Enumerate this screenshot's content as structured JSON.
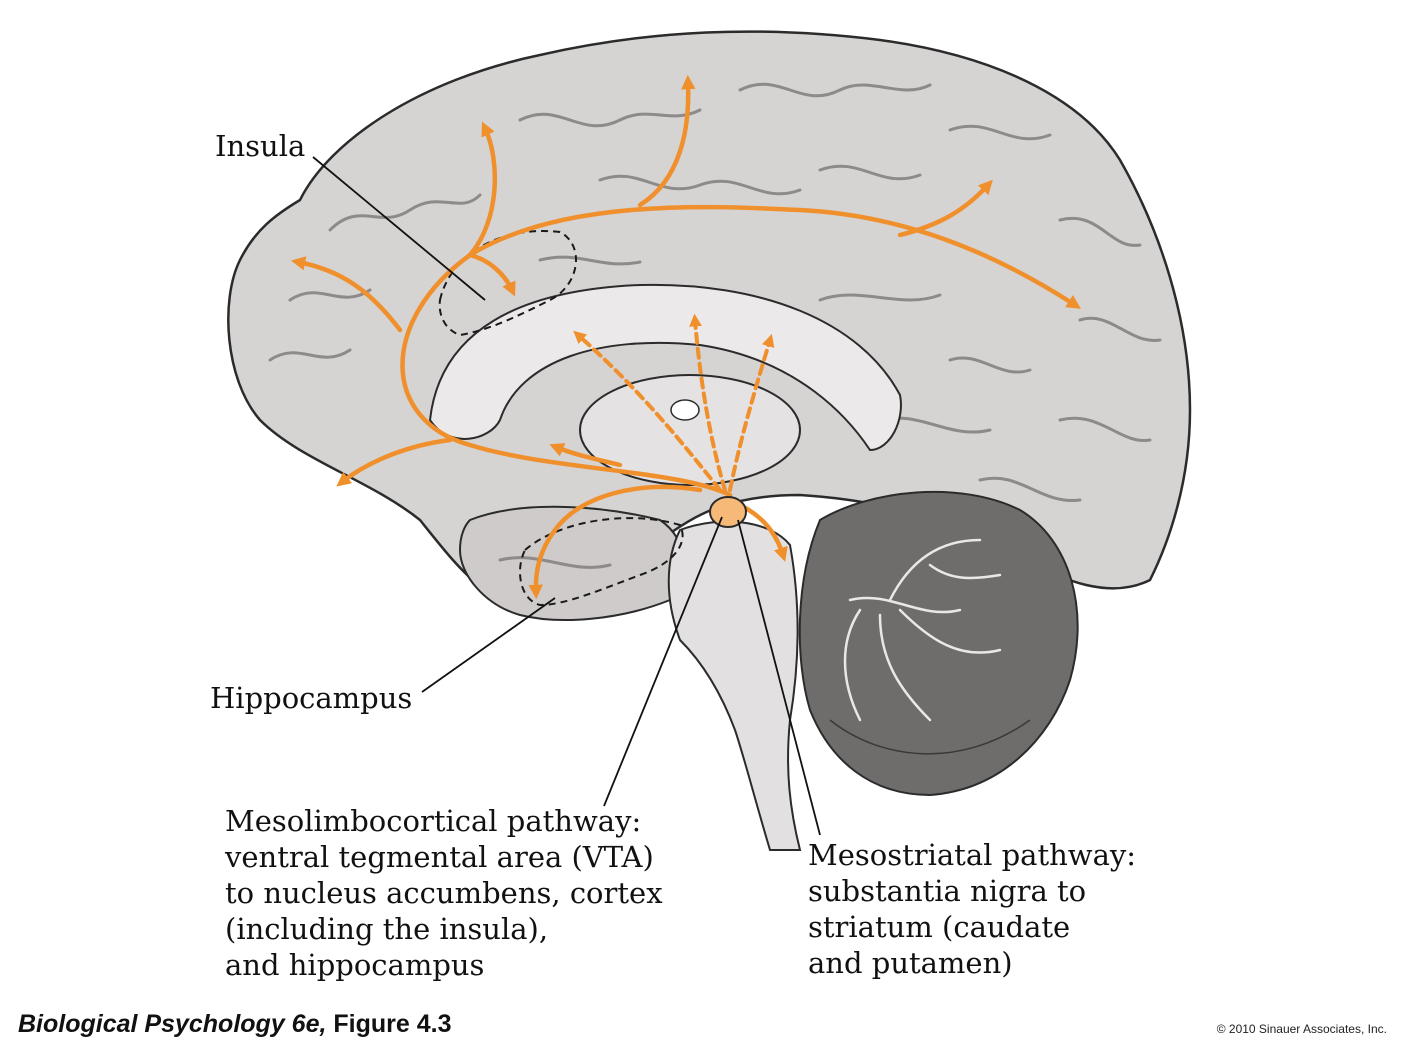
{
  "labels": {
    "insula": "Insula",
    "hippocampus": "Hippocampus",
    "mesolimbocortical": [
      "Mesolimbocortical pathway:",
      "ventral tegmental area (VTA)",
      "to nucleus accumbens, cortex",
      "(including the insula),",
      "and hippocampus"
    ],
    "mesostriatal": [
      "Mesostriatal pathway:",
      "substantia nigra to",
      "striatum (caudate",
      "and putamen)"
    ]
  },
  "footer": {
    "book": "Biological Psychology 6e,",
    "figure": " Figure 4.3",
    "copyright": "© 2010 Sinauer Associates, Inc."
  },
  "colors": {
    "pathway": "#f0902c",
    "origin": "#f6b978",
    "cortex": "#d6d3d3",
    "cortex_fold": "#8f8a8a",
    "cerebellum": "#6f6c6c",
    "brainstem": "#e2e0e0",
    "outline": "#2b2b2b"
  }
}
